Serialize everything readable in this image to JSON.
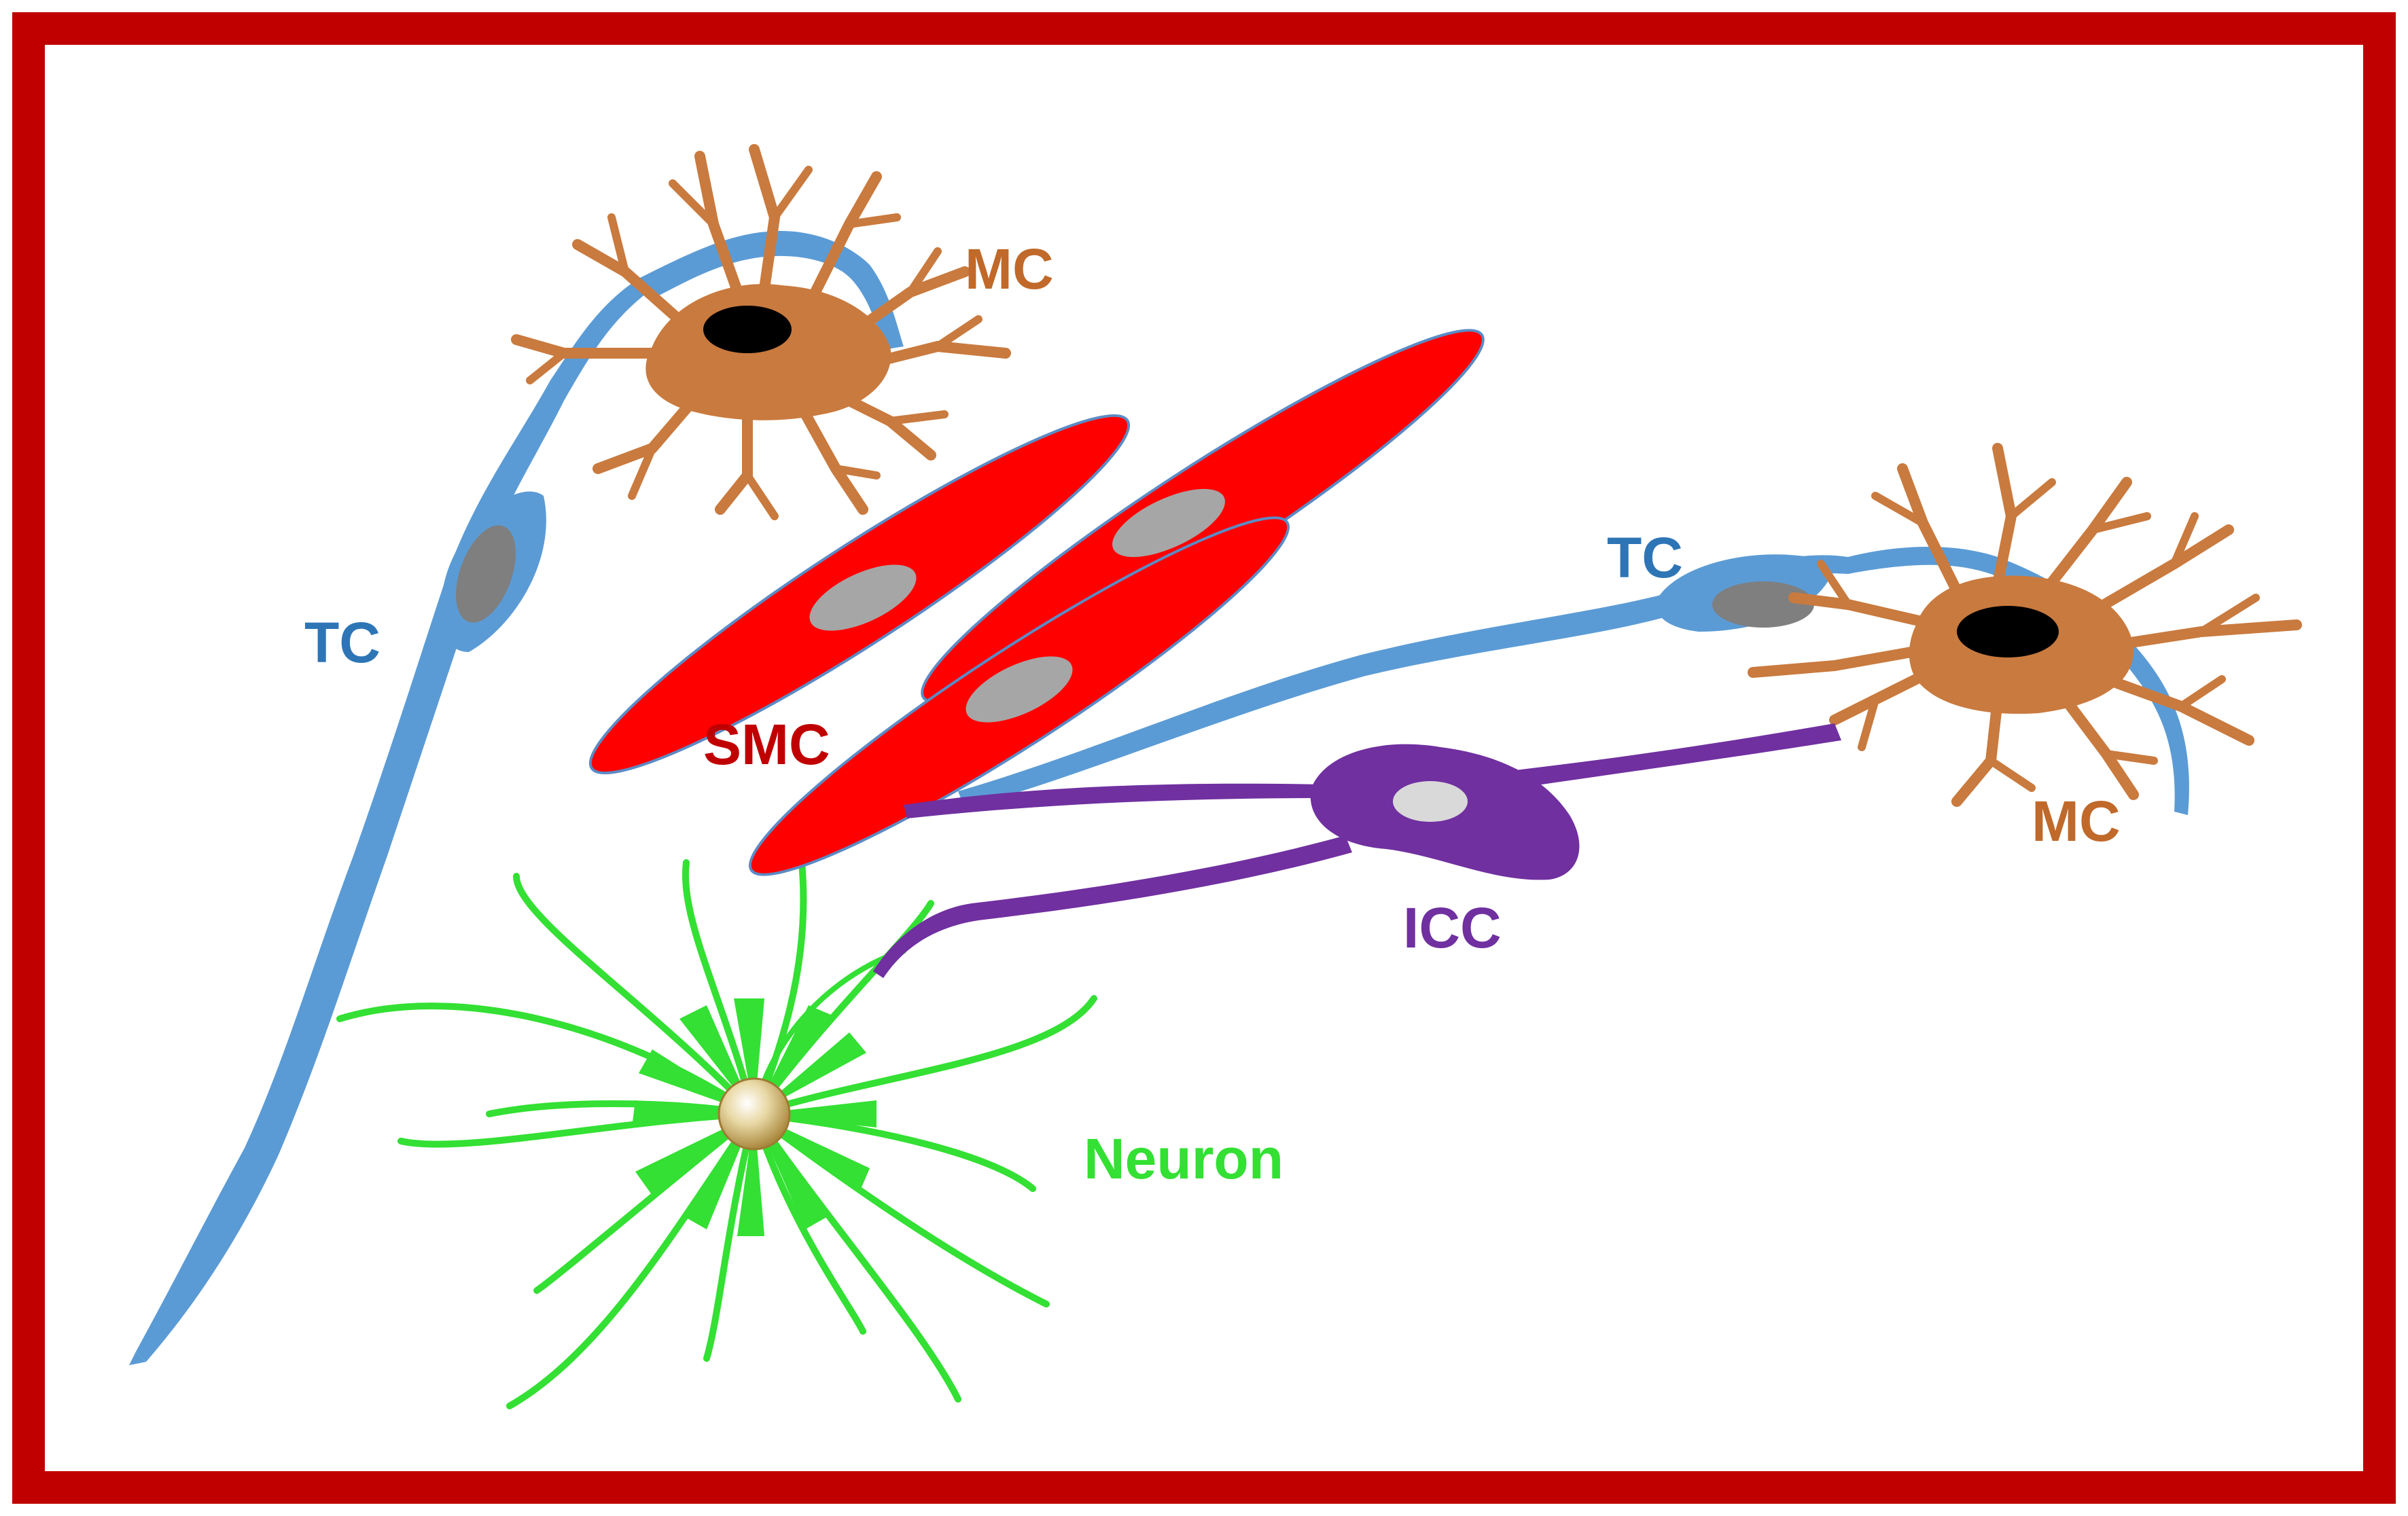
{
  "labels": {
    "mc_top": "MC",
    "mc_right": "MC",
    "tc_left": "TC",
    "tc_right": "TC",
    "smc": "SMC",
    "icc": "ICC",
    "neuron": "Neuron"
  },
  "colors": {
    "frame": "#C00000",
    "background": "#FFFFFF",
    "mast_cell": "#C97A3E",
    "mast_cell_label": "#C0692A",
    "nucleus_dark": "#000000",
    "telocyte": "#5B9BD5",
    "telocyte_label": "#2E75B6",
    "telocyte_nucleus": "#7F7F7F",
    "smooth_muscle": "#FF0000",
    "smooth_muscle_label": "#C00000",
    "smooth_muscle_nucleus": "#A6A6A6",
    "icc": "#7030A0",
    "icc_nucleus": "#D9D9D9",
    "neuron": "#33E033",
    "neuron_body": "#E8D9A8"
  },
  "icons": {
    "mast_cell": "mast-cell-icon",
    "telocyte": "telocyte-icon",
    "smooth_muscle_cell": "smooth-muscle-cell-icon",
    "icc": "interstitial-cell-icon",
    "neuron": "neuron-icon"
  }
}
